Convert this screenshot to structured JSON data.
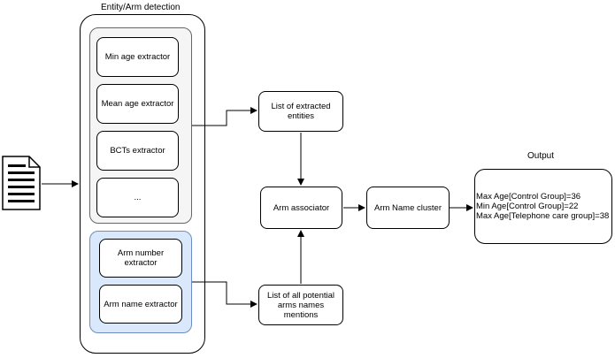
{
  "diagram": {
    "group_title": "Entity/Arm detection",
    "output_title": "Output",
    "extractors": [
      {
        "label": "Min age extractor"
      },
      {
        "label": "Mean age extractor"
      },
      {
        "label": "BCTs extractor"
      },
      {
        "label": "..."
      }
    ],
    "arm_extractors": [
      {
        "label": "Arm number extractor"
      },
      {
        "label": "Arm name extractor"
      }
    ],
    "list_extracted": "List of extracted entities",
    "arm_associator": "Arm associator",
    "arm_name_cluster": "Arm Name cluster",
    "list_arms": "List of all potential arms names mentions",
    "output_lines": [
      "Max Age[Control Group]=36",
      "Min Age[Control Group]=22",
      "Max Age[Telephone care group]=38"
    ],
    "colors": {
      "entity_group_fill": "#f5f5f5",
      "entity_group_border": "#666666",
      "arm_group_fill": "#dae8fc",
      "arm_group_border": "#6c8ebf",
      "line": "#000000"
    },
    "icon": "document-icon"
  }
}
